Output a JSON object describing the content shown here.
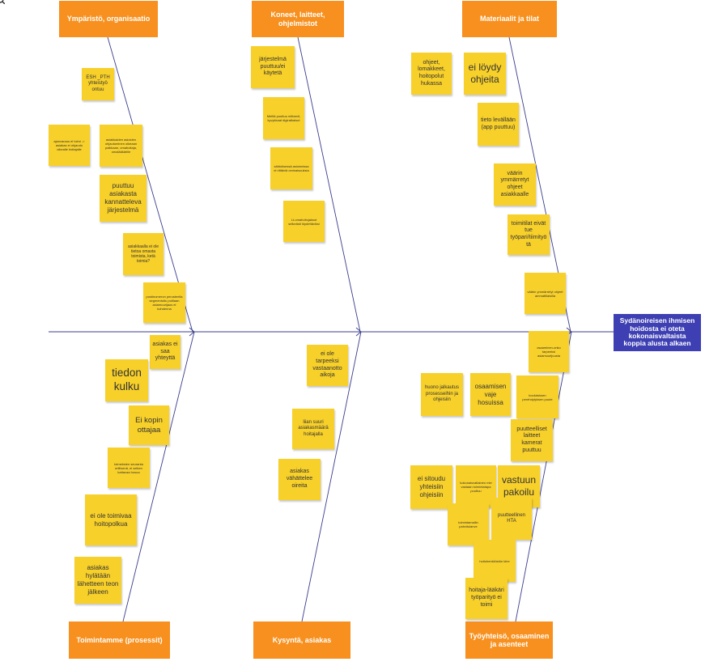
{
  "colors": {
    "category_box": "#f7901e",
    "effect_box": "#3d3fb3",
    "sticky_note": "#f8d02a",
    "line": "#3a3d8c"
  },
  "toolbar": {
    "icon": "search-icon"
  },
  "effect": "Sydänoireisen ihmisen hoidosta ei oteta kokonaisvaltaista koppia alusta alkaen",
  "categories": {
    "environment": "Ympäristö, organisaatio",
    "machines": "Koneet, laitteet, ohjelmistot",
    "materials": "Materiaalit ja tilat",
    "process": "Toimintamme (prosessit)",
    "demand": "Kysyntä, asiakas",
    "people": "Työyhteisö, osaaminen ja asenteet"
  },
  "notes": {
    "environment": [
      "ESH _PTH yhteistyö ontuu",
      "ajanvaraus ei toimi -> asiakas ei ohjaudu oikealle hoitajalle",
      "asiakkaiden asioiden ohjautuminen oikeaan paikkaan, omahoitaja, omalääkärille",
      "puuttuu asiakasta kannatteleva järjestelmä",
      "asiakkaalla ei ole tietoa omasta toimista, ketä toimia?",
      "postinumeron perusteella segmentoitu potilaan asiamuurijaus ei kohdenna"
    ],
    "machines": [
      "järjestelmä puuttuu/ei käytetä",
      "Meiltä puuttuu mittarvit, kyvykkaat digiratkaisut",
      "sähköisessä asioinnissa ei riittäviä ominaisuuksia",
      "Lt-omahoitojaksot selkeästi löydettäviksi"
    ],
    "materials": [
      "ohjeet, lomakkeet, hoitopolut hukassa",
      "ei löydy ohjeita",
      "tieto levällään (app puuttuu)",
      "väärin ymmärretyt ohjeet asiakkaalle",
      "toimitilat eivät tue työpari/tiimityötä",
      "väärin ymmärretyt ohjeet ammattilaisilla",
      "osaaminen-onko tarpeeksi asiamuurijuusta"
    ],
    "process": [
      "asiakas ei saa yhteyttä",
      "tiedon kulku",
      "Ei kopin ottajaa",
      "toimeksien seuranta erillisenä, ei selken kattavaa hosua",
      "ei ole toimivaa hoitopolkua",
      "asiakas hylätään lähetteen teon jälkeen"
    ],
    "demand": [
      "ei ole tarpeeksi vastaanotto aikoja",
      "liian suuri asiakasmäärä hoitajalla",
      "asiakas vähättelee oireita"
    ],
    "people": [
      "huono jalkautus prosesseihin ja ohjeisiin",
      "osaamisen vaje hosuissa",
      "koulutuksen perehdytyksen puute",
      "puutteelliset laitteet kamerat puuttuu",
      "ei sitoudu yhteisiin ohjeisiin",
      "kokonaisvaltainen mie vastaan toimintatapa puuttuu",
      "vastuun pakoilu",
      "puutteellinen HTA",
      "toimintamallin pahvitulanve",
      "hoitohenkilöstön kiire",
      "hoitaja-lääkäri työparityö ei toimi"
    ]
  }
}
